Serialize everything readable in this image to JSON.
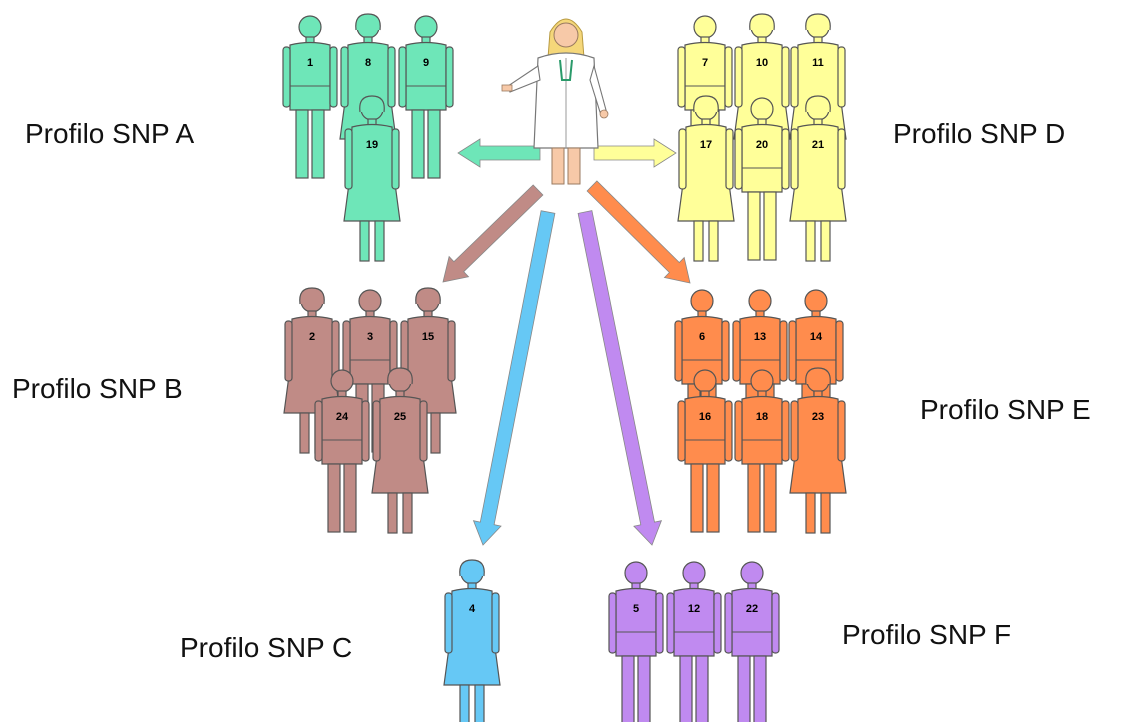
{
  "groups": [
    {
      "id": "A",
      "label": "Profilo SNP A",
      "color": "#6ee6b8",
      "members": [
        {
          "num": "1",
          "kind": "male"
        },
        {
          "num": "8",
          "kind": "female"
        },
        {
          "num": "9",
          "kind": "male"
        },
        {
          "num": "19",
          "kind": "female"
        }
      ]
    },
    {
      "id": "B",
      "label": "Profilo SNP B",
      "color": "#c08b86",
      "members": [
        {
          "num": "2",
          "kind": "female"
        },
        {
          "num": "3",
          "kind": "male"
        },
        {
          "num": "15",
          "kind": "female"
        },
        {
          "num": "24",
          "kind": "male"
        },
        {
          "num": "25",
          "kind": "female"
        }
      ]
    },
    {
      "id": "C",
      "label": "Profilo SNP C",
      "color": "#66c8f5",
      "members": [
        {
          "num": "4",
          "kind": "female"
        }
      ]
    },
    {
      "id": "D",
      "label": "Profilo SNP D",
      "color": "#ffff99",
      "members": [
        {
          "num": "7",
          "kind": "male"
        },
        {
          "num": "10",
          "kind": "female"
        },
        {
          "num": "11",
          "kind": "female"
        },
        {
          "num": "17",
          "kind": "female"
        },
        {
          "num": "20",
          "kind": "male"
        },
        {
          "num": "21",
          "kind": "female"
        }
      ]
    },
    {
      "id": "E",
      "label": "Profilo SNP E",
      "color": "#ff8c4d",
      "members": [
        {
          "num": "6",
          "kind": "male"
        },
        {
          "num": "13",
          "kind": "male"
        },
        {
          "num": "14",
          "kind": "male"
        },
        {
          "num": "16",
          "kind": "male"
        },
        {
          "num": "18",
          "kind": "male"
        },
        {
          "num": "23",
          "kind": "female"
        }
      ]
    },
    {
      "id": "F",
      "label": "Profilo SNP F",
      "color": "#c08af0",
      "members": [
        {
          "num": "5",
          "kind": "male"
        },
        {
          "num": "12",
          "kind": "male"
        },
        {
          "num": "22",
          "kind": "male"
        }
      ]
    }
  ],
  "doctor": {
    "icon": "doctor-icon",
    "coat_color": "#ffffff",
    "hair_color": "#f5d77a",
    "skin_color": "#f7c9a8"
  }
}
